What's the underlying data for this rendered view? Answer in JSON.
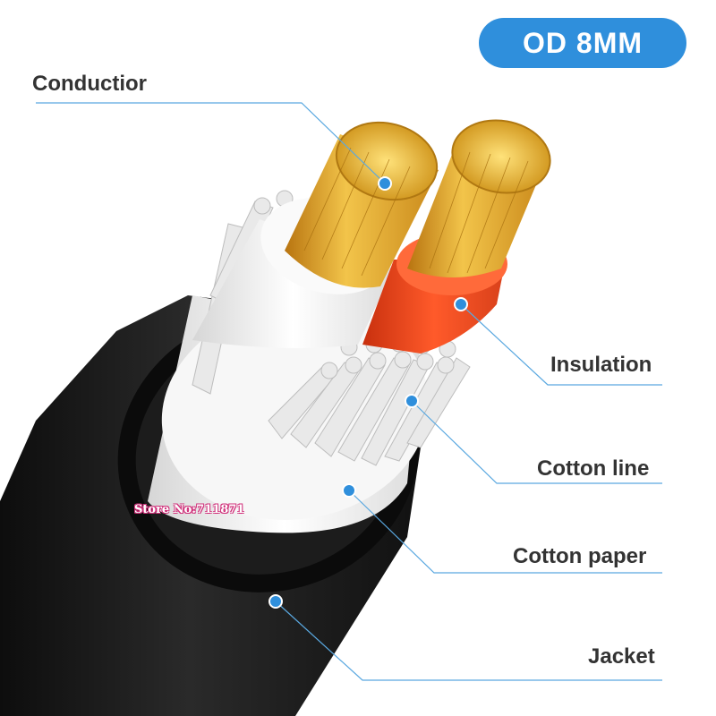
{
  "badge": {
    "text": "OD 8MM"
  },
  "labels": {
    "conductor": "Conductior",
    "insulation": "Insulation",
    "cotton_line": "Cotton line",
    "cotton_paper": "Cotton paper",
    "jacket": "Jacket"
  },
  "watermark": "Store No:711871",
  "colors": {
    "accent": "#2f8fdc",
    "jacket": "#1a1a1a",
    "copper": "#e0a420",
    "insulation_red": "#f04a1e",
    "insulation_white": "#f2f2f2",
    "callout_line": "#5aa8e0"
  }
}
